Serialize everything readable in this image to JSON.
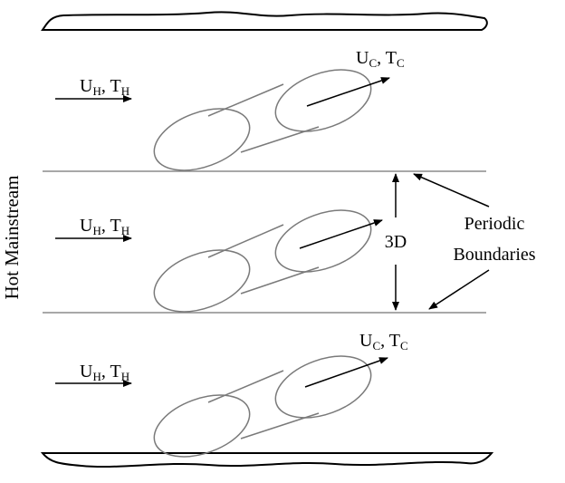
{
  "side_label": "Hot Mainstream",
  "channels": [
    {
      "hot_label": {
        "u": "U",
        "u_sub": "H",
        "sep": ", ",
        "t": "T",
        "t_sub": "H"
      },
      "coolant_label": {
        "u": "U",
        "u_sub": "C",
        "sep": ", ",
        "t": "T",
        "t_sub": "C"
      }
    },
    {
      "hot_label": {
        "u": "U",
        "u_sub": "H",
        "sep": ", ",
        "t": "T",
        "t_sub": "H"
      },
      "coolant_label": null
    },
    {
      "hot_label": {
        "u": "U",
        "u_sub": "H",
        "sep": ", ",
        "t": "T",
        "t_sub": "H"
      },
      "coolant_label": {
        "u": "U",
        "u_sub": "C",
        "sep": ", ",
        "t": "T",
        "t_sub": "C"
      }
    }
  ],
  "spacing_label": "3D",
  "boundary_label": {
    "line1": "Periodic",
    "line2": "Boundaries"
  },
  "colors": {
    "line": "#000000",
    "hole": "#7a7a7a",
    "boundary": "#8c8c8c"
  }
}
